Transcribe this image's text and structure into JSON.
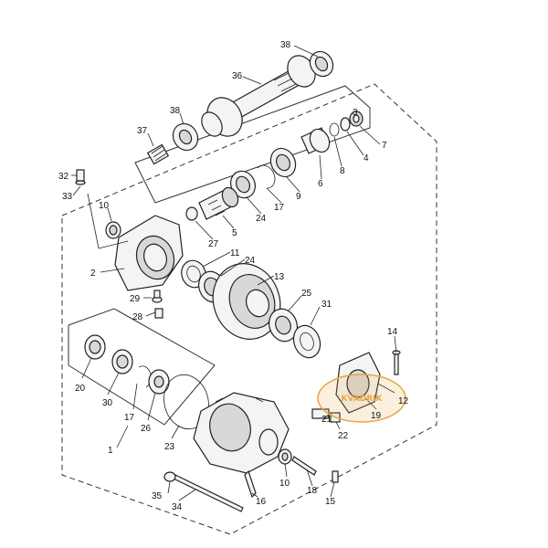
{
  "callouts": [
    {
      "id": "c38a",
      "text": "38"
    },
    {
      "id": "c36",
      "text": "36"
    },
    {
      "id": "c38b",
      "text": "38"
    },
    {
      "id": "c37",
      "text": "37"
    },
    {
      "id": "c3",
      "text": "3"
    },
    {
      "id": "c7",
      "text": "7"
    },
    {
      "id": "c4",
      "text": "4"
    },
    {
      "id": "c8",
      "text": "8"
    },
    {
      "id": "c6",
      "text": "6"
    },
    {
      "id": "c9",
      "text": "9"
    },
    {
      "id": "c17a",
      "text": "17"
    },
    {
      "id": "c24a",
      "text": "24"
    },
    {
      "id": "c5",
      "text": "5"
    },
    {
      "id": "c27",
      "text": "27"
    },
    {
      "id": "c32",
      "text": "32"
    },
    {
      "id": "c33",
      "text": "33"
    },
    {
      "id": "c10a",
      "text": "10"
    },
    {
      "id": "c2",
      "text": "2"
    },
    {
      "id": "c11",
      "text": "11"
    },
    {
      "id": "c24b",
      "text": "24"
    },
    {
      "id": "c13",
      "text": "13"
    },
    {
      "id": "c29",
      "text": "29"
    },
    {
      "id": "c28",
      "text": "28"
    },
    {
      "id": "c25",
      "text": "25"
    },
    {
      "id": "c31",
      "text": "31"
    },
    {
      "id": "c14",
      "text": "14"
    },
    {
      "id": "c20",
      "text": "20"
    },
    {
      "id": "c30",
      "text": "30"
    },
    {
      "id": "c17b",
      "text": "17"
    },
    {
      "id": "c26",
      "text": "26"
    },
    {
      "id": "c23",
      "text": "23"
    },
    {
      "id": "c1",
      "text": "1"
    },
    {
      "id": "c12",
      "text": "12"
    },
    {
      "id": "c19",
      "text": "19"
    },
    {
      "id": "c21",
      "text": "21"
    },
    {
      "id": "c22",
      "text": "22"
    },
    {
      "id": "c35",
      "text": "35"
    },
    {
      "id": "c34",
      "text": "34"
    },
    {
      "id": "c16",
      "text": "16"
    },
    {
      "id": "c10b",
      "text": "10"
    },
    {
      "id": "c18",
      "text": "18"
    },
    {
      "id": "c15",
      "text": "15"
    }
  ],
  "watermark": {
    "text": "KVADRIK",
    "color": "#e8a640"
  }
}
